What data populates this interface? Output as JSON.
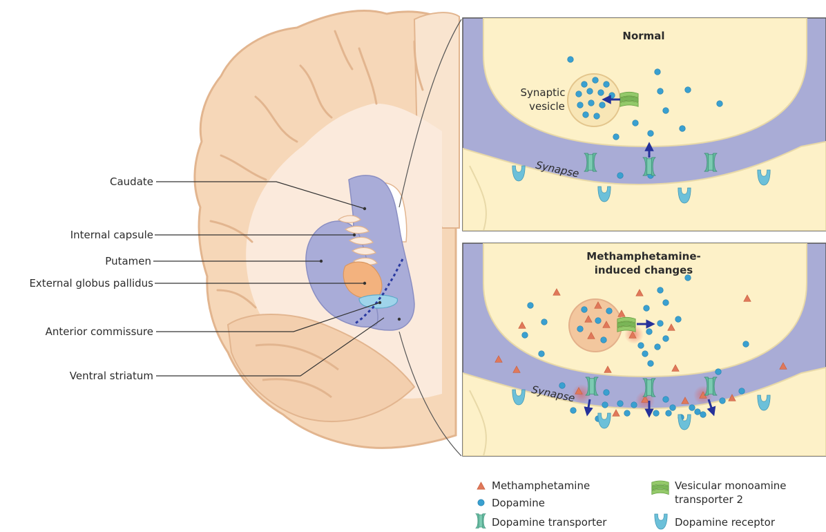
{
  "brain_labels": {
    "caudate": "Caudate",
    "internal_capsule": "Internal capsule",
    "putamen": "Putamen",
    "external_globus_pallidus": "External globus pallidus",
    "anterior_commissure": "Anterior commissure",
    "ventral_striatum": "Ventral striatum"
  },
  "panel_normal": {
    "title": "Normal",
    "vesicle_label_line1": "Synaptic",
    "vesicle_label_line2": "vesicle",
    "synapse_label": "Synapse"
  },
  "panel_meth": {
    "title_line1": "Methamphetamine-",
    "title_line2": "induced changes",
    "synapse_label": "Synapse"
  },
  "legend": {
    "methamphetamine": "Methamphetamine",
    "dopamine": "Dopamine",
    "dopamine_transporter": "Dopamine transporter",
    "vmat2_line1": "Vesicular monoamine",
    "vmat2_line2": "transporter 2",
    "dopamine_receptor": "Dopamine receptor"
  },
  "colors": {
    "brain_tissue": "#f6d7b8",
    "brain_outline": "#e2b58f",
    "striatum": "#a9acd8",
    "pallidus": "#f3b27e",
    "panel_bg": "#a9acd6",
    "neuron": "#fdf1c8",
    "dopamine": "#3aa0d0",
    "methamphetamine": "#e0785a",
    "transporter": "#62b89e",
    "receptor": "#6cc0d9",
    "arrow": "#25319a"
  },
  "icons": [
    "methamphetamine-triangle-icon",
    "dopamine-dot-icon",
    "dopamine-transporter-icon",
    "vmat2-icon",
    "dopamine-receptor-icon"
  ]
}
